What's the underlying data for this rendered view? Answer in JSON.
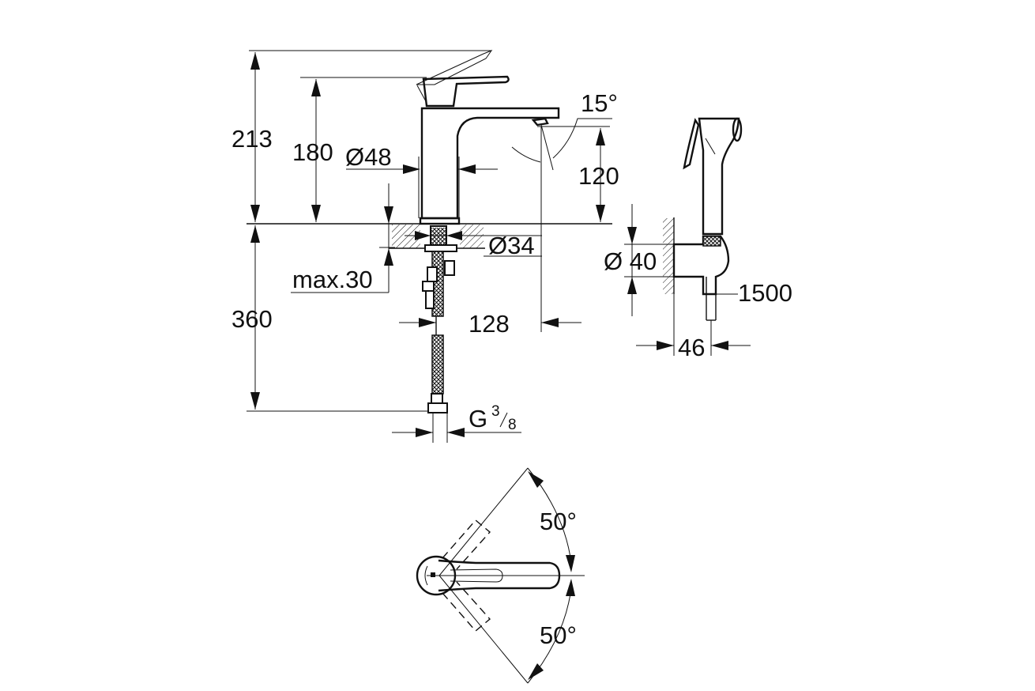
{
  "dimensions": {
    "total_height": "213",
    "spout_height": "180",
    "body_diameter": "Ø48",
    "lever_angle": "15°",
    "outlet_height": "120",
    "hole_diameter": "Ø34",
    "max_thickness": "max.30",
    "under_length": "360",
    "reach": "128",
    "connection_prefix": "G",
    "connection_num": "3",
    "connection_den": "8",
    "holder_diameter": "Ø 40",
    "hose_length": "1500",
    "holder_depth": "46",
    "angle_upper": "50°",
    "angle_lower": "50°"
  },
  "colors": {
    "line": "#111111",
    "background": "#ffffff"
  }
}
